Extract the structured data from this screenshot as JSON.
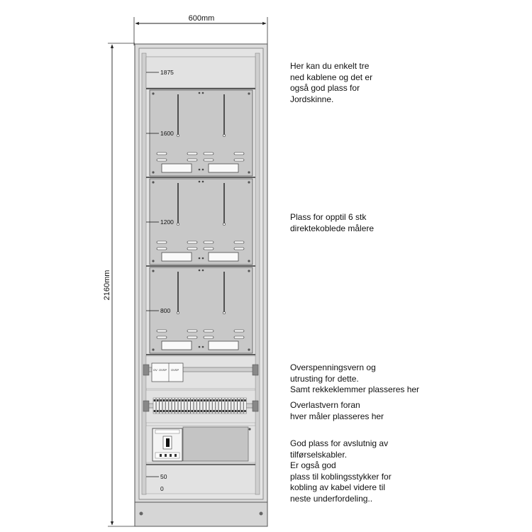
{
  "dimensions": {
    "width_label": "600mm",
    "height_label": "2160mm"
  },
  "level_marks": [
    "1875",
    "1600",
    "1200",
    "800",
    "50",
    "0"
  ],
  "device_labels": {
    "spd_left": "OV",
    "spd_mid": "OVSP",
    "spd_right": "OVSP"
  },
  "notes": [
    "Her kan du enkelt tre\nned kablene og det er\nogså god plass for\nJordskinne.",
    "Plass for opptil 6 stk\ndirektekoblede målere",
    "Overspenningsvern og\nutrusting for dette.\nSamt rekkeklemmer plasseres her",
    "Overlastvern foran\nhver måler plasseres her",
    "God plass for avslutnig av\ntilførselskabler.\nEr også god\nplass til koblingsstykker for\nkobling av kabel videre til\nneste underfordeling.."
  ],
  "colors": {
    "cabinet_outer": "#d8d8d8",
    "panel": "#c9c9c9",
    "line": "#333333",
    "breaker_blue": "#5a6f9a"
  }
}
